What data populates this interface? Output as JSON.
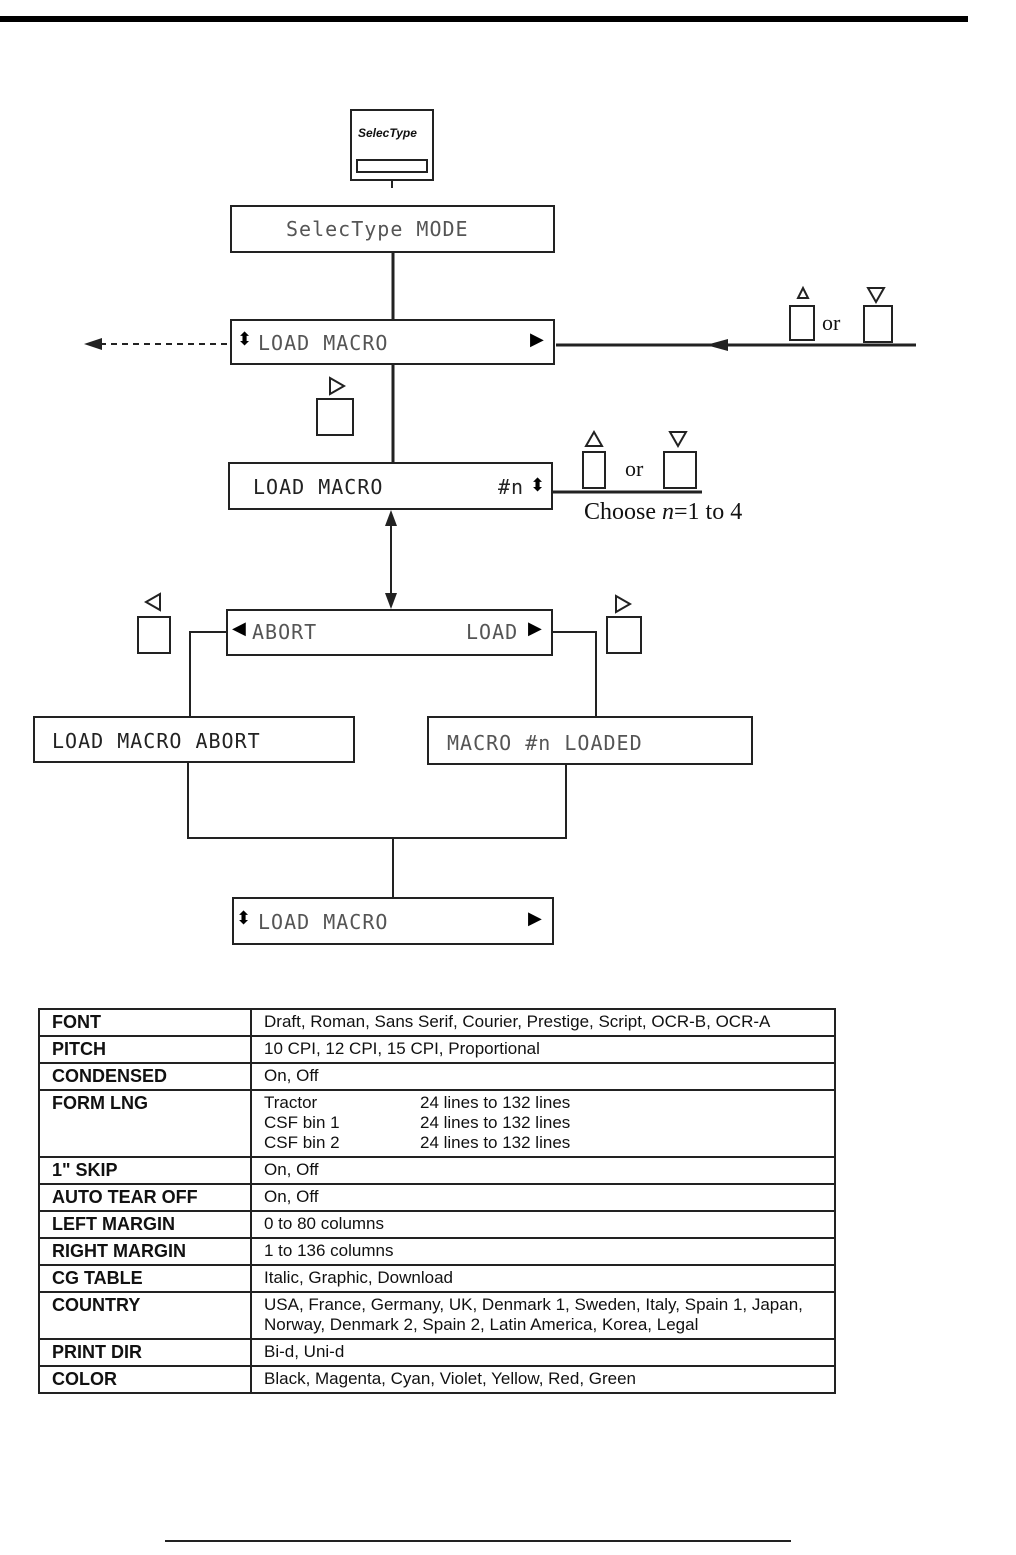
{
  "panel": {
    "button_label": "SelecType"
  },
  "lcd": {
    "mode": "SelecType MODE",
    "load_macro": "LOAD MACRO",
    "load_macro_n": "LOAD MACRO",
    "macro_number": "#n",
    "abort": "ABORT",
    "load": "LOAD",
    "abort_result": "LOAD MACRO ABORT",
    "loaded_result": "MACRO #n LOADED",
    "return": "LOAD MACRO"
  },
  "labels": {
    "or_1": "or",
    "or_2": "or",
    "choose_prefix": "Choose ",
    "choose_var": "n",
    "choose_suffix": "=1 to 4"
  },
  "settings": [
    {
      "name": "FONT",
      "value": "Draft, Roman, Sans Serif, Courier, Prestige, Script, OCR-B, OCR-A"
    },
    {
      "name": "PITCH",
      "value": "10 CPI, 12 CPI, 15 CPI, Proportional"
    },
    {
      "name": "CONDENSED",
      "value": "On, Off"
    },
    {
      "name": "FORM LNG",
      "rows": [
        {
          "label": "Tractor",
          "range": "24 lines to 132 lines"
        },
        {
          "label": "CSF bin 1",
          "range": "24 lines to 132 lines"
        },
        {
          "label": "CSF bin 2",
          "range": "24 lines to 132 lines"
        }
      ]
    },
    {
      "name": "1\" SKIP",
      "value": "On, Off"
    },
    {
      "name": "AUTO TEAR OFF",
      "value": "On, Off"
    },
    {
      "name": "LEFT MARGIN",
      "value": "0 to 80 columns"
    },
    {
      "name": "RIGHT MARGIN",
      "value": "1 to 136 columns"
    },
    {
      "name": "CG TABLE",
      "value": "Italic, Graphic, Download"
    },
    {
      "name": "COUNTRY",
      "value": "USA, France, Germany, UK, Denmark 1, Sweden, Italy, Spain 1, Japan, Norway, Denmark 2, Spain 2, Latin America, Korea, Legal"
    },
    {
      "name": "PRINT DIR",
      "value": "Bi-d, Uni-d"
    },
    {
      "name": "COLOR",
      "value": "Black, Magenta, Cyan, Violet, Yellow, Red, Green"
    }
  ]
}
